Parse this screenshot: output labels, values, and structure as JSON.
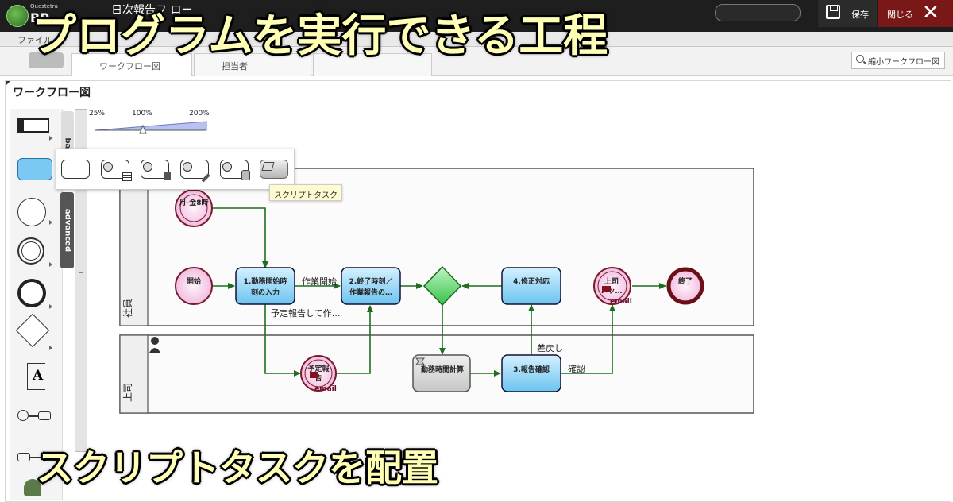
{
  "overlay": {
    "headline": "プログラムを実行できる工程",
    "caption": "スクリプトタスクを配置"
  },
  "app": {
    "logo_label": "Questetra",
    "logo_sub": "BP",
    "doc_title": "日次報告フ ロー"
  },
  "toolbar": {
    "save_label": "保存",
    "close_label": "閉じる",
    "close_icon": "✕"
  },
  "menu": {
    "file_label": "ファイル"
  },
  "tabs": [
    {
      "label": "ワークフロー図"
    },
    {
      "label": "担当者"
    },
    {
      "label": ""
    }
  ],
  "mini_flow_label": "縮小ワークフロー図",
  "panel_title": "ワークフロー図",
  "zoom": {
    "min": "25%",
    "mid": "100%",
    "max": "200%",
    "level_percent": 100
  },
  "palette_tabs": {
    "basic": "basic",
    "advanced": "advanced"
  },
  "tooltip": "スクリプトタスク",
  "swimlanes": [
    {
      "name": "社員"
    },
    {
      "name": "上司"
    }
  ],
  "nodes": {
    "timer_start": "月-金8時",
    "start": "開始",
    "task1_l1": "1.勤務開始時",
    "task1_l2": "刻の入力",
    "task2_l1": "2.終了時刻／",
    "task2_l2": "作業報告の…",
    "task4": "4.修正対応",
    "message_end_l1": "上司",
    "message_end_l2": "メッ…",
    "message_badge": "email",
    "end": "終了",
    "intermediate_l1": "予定報",
    "intermediate_l2": "告",
    "intermediate_badge": "email",
    "script_task": "勤務時間計算",
    "task3": "3.報告確認"
  },
  "edges": {
    "work_start": "作業開始",
    "schedule_report": "予定報告して作…",
    "send_back": "差戻し",
    "confirm": "確認"
  },
  "colors": {
    "task_fill": "#86d1f3",
    "event_fill": "#f7d2ec",
    "event_stroke": "#7a1a2e",
    "edge": "#1f6e1f",
    "gateway": "#5fd36a",
    "overlay_text": "#ffffb6"
  }
}
